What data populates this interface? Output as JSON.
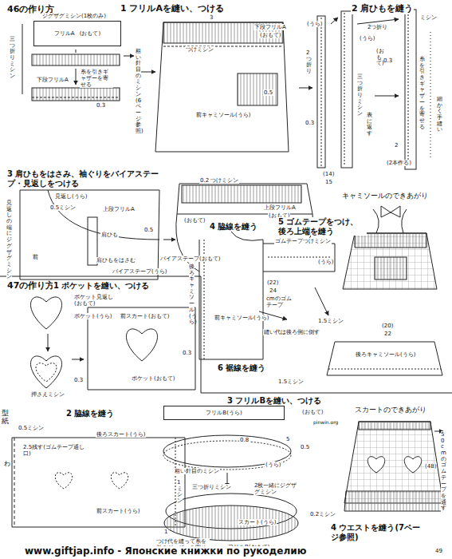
{
  "diagram": {
    "nodes": [
      {
        "text": [
          "フリルA",
          "(おもて)"
        ]
      },
      {
        "text": [
          "フリルB(うら)"
        ]
      }
    ],
    "labels": [
      "46の作り方",
      "1 フリルAを縫い、つける",
      "2 肩ひもを縫う",
      "ジグザグミシン(1枚のみ)",
      "三つ折りミシン",
      "糸を引きギャザーを寄せる",
      "下段フリルA",
      "0.3",
      "粗い針目のミシン(6ページ参照)",
      "3",
      "下段フリルA",
      "(おもて)",
      "つけミシン",
      "0.5",
      "前キャミソール(うら)",
      "(うら)",
      "2つ折り",
      "0.3",
      "(14)",
      "15",
      "ミシン",
      "2つ折り",
      "(うら)",
      "0.3",
      "三つ折りミシン",
      "糸を引きギャザーを寄せる",
      "表に返す",
      "(おもて)",
      "2",
      "(2本作る)",
      "細かく手縫い",
      "3 肩ひもをはさみ、袖ぐりをバイアステープ・見返しをつける",
      "見返し(うら)",
      "0.5ミシン",
      "見返しの端にジグザグミシン",
      "上段フリルA",
      "肩ひも",
      "前",
      "肩ひもをはさむ",
      "0.5",
      "バイアステープ(うら)",
      "0.2 つけミシン",
      "上段フリルA",
      "(おもて)",
      "(おもて)",
      "4 脇線を縫う",
      "バイアステープ(おもて)",
      "5 ゴムテープをつけ、後ろ上端を縫う",
      "キャミソールのできあがり",
      "ゴムテープつけミシン",
      "(うら)",
      "(22)",
      "24",
      "cmのゴムテープ",
      "縫い代は後ろ側に倒す",
      "1.5ミシン",
      "後ろキャミソール(うら)",
      "前キャミソール(うら)",
      "0.3",
      "(20)",
      "22",
      "後ろキャミソール(うら)",
      "6 裾線を縫う",
      "1.5ミシン",
      "47の作り方",
      "1 ポケットを縫い、つける",
      "ポケット見返し(おもて)",
      "ポケット(うら)",
      "前スカート(おもて)",
      "ポケット(おもて)",
      "押さえミシン",
      "0.3",
      "2 脇線を縫う",
      "0.5ミシン",
      "後ろスカート(うら)",
      "2.5残す(ゴムテープ通し口)",
      "前スカート(うら)",
      "1ミシン",
      "わ",
      "型紙",
      "3 フリルBを縫い、つける",
      "(おもて)",
      "粗い針目のミシン",
      "0.8",
      "5",
      "0.5",
      "pinwin.org",
      "(うら)",
      "三つ折りミシン",
      "2枚一緒にジグザグミシン",
      "つけ代を縫って糸を引きギャザーを寄せる",
      "1",
      "0.2ミシン",
      "フリルB(おもて)",
      "スカート(うら)",
      "スカートのできあがり",
      "50cmのゴムテープを通す",
      "(48)",
      "4 ウエストを縫う(7ページ参照)",
      "49",
      "www.giftjap.info - Японские книжки по рукоделию"
    ]
  }
}
